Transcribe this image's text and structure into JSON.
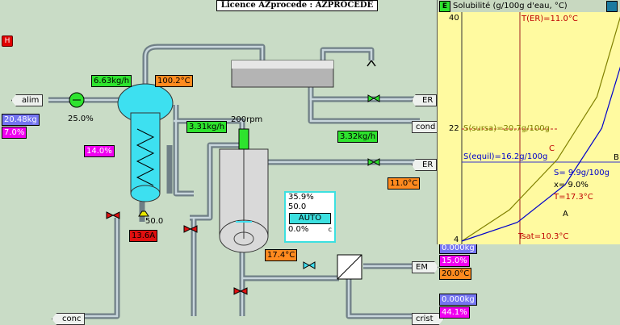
{
  "title": "Licence AZprocede : AZPROCEDE",
  "h_button": "H",
  "streams": {
    "alim": "alim",
    "er_top": "ER",
    "cond": "cond",
    "er_mid": "ER",
    "em": "EM",
    "conc": "conc",
    "crist": "crist"
  },
  "values": {
    "feed_flow": "6.63kg/h",
    "evap_temp": "100.2°C",
    "vapor_flow": "3.31kg/h",
    "agitator_speed": "200rpm",
    "cond_flow": "3.32kg/h",
    "feed_mass": "20.48kg",
    "feed_conc": "7.0%",
    "pump_pct": "25.0%",
    "evap_level": "14.0%",
    "valve_level": "50.0",
    "current": "13.6A",
    "er_temp": "11.0°C",
    "cryst_temp": "17.4°C",
    "em_mass": "0.000kg",
    "em_conc": "15.0%",
    "em_temp": "20.0°C",
    "crist_mass": "0.000kg",
    "crist_conc": "44.1%"
  },
  "controller": {
    "line1": "35.9%",
    "line2": "50.0",
    "mode": "AUTO",
    "line4": "0.0%",
    "suffix": "c"
  },
  "chart": {
    "header": "Solubilité (g/100g d'eau, °C)",
    "chart_data": {
      "type": "line",
      "title": "Solubilité (g/100g d'eau, °C)",
      "ylim": [
        4,
        40
      ],
      "yticks": [
        "40",
        "22",
        "4"
      ],
      "series": [
        {
          "name": "sursa",
          "points": [
            [
              0,
              4
            ],
            [
              0.3,
              9
            ],
            [
              0.6,
              17
            ],
            [
              0.85,
              27
            ],
            [
              1,
              40
            ]
          ]
        },
        {
          "name": "equil",
          "points": [
            [
              0,
              4
            ],
            [
              0.35,
              7
            ],
            [
              0.65,
              13
            ],
            [
              0.88,
              22
            ],
            [
              1,
              32
            ]
          ]
        }
      ],
      "annotations": [
        "T(ER)=11.0°C",
        "S(sursa)=20.7g/100g",
        "S(equil)=16.2g/100g",
        "S= 9.9g/100g",
        "x= 9.0%",
        "T=17.3°C",
        "Tsat=10.3°C",
        "C",
        "B",
        "A"
      ]
    }
  },
  "colors": {
    "green": "#2ee32e",
    "orange": "#ff8a1f",
    "blue": "#7474f0",
    "magenta": "#f000f0",
    "red": "#e01010",
    "cyan": "#3de0e0"
  }
}
